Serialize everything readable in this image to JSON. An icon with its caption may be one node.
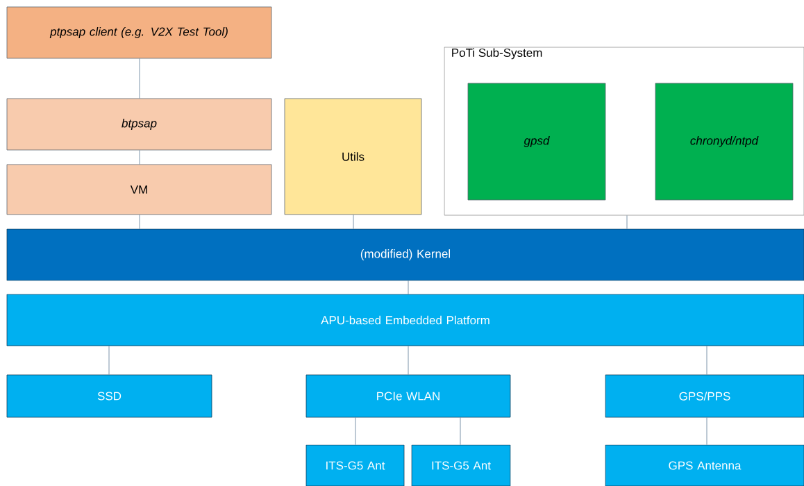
{
  "diagram": {
    "nodes": [
      {
        "text": [
          "ptpsap client (e.g. V2X Test Tool)"
        ]
      },
      {
        "text": [
          "btpsap"
        ]
      },
      {
        "text": [
          "VM"
        ]
      },
      {
        "text": [
          "Utils"
        ]
      },
      {
        "text": [
          "PoTi Sub-System"
        ]
      },
      {
        "text": [
          "gpsd"
        ],
        "in": 4
      },
      {
        "text": [
          "chronyd/ntpd"
        ],
        "in": 4
      },
      {
        "text": [
          "(modified) Kernel"
        ]
      },
      {
        "text": [
          "APU-based Embedded Platform"
        ]
      },
      {
        "text": [
          "SSD"
        ]
      },
      {
        "text": [
          "PCIe WLAN"
        ]
      },
      {
        "text": [
          "GPS/PPS"
        ]
      },
      {
        "text": [
          "ITS-G5 Ant"
        ]
      },
      {
        "text": [
          "ITS-G5 Ant"
        ]
      },
      {
        "text": [
          "GPS Antenna"
        ]
      }
    ],
    "edges": [
      {
        "from": 0,
        "to": 1,
        "arrow": "none"
      },
      {
        "from": 1,
        "to": 2,
        "arrow": "none"
      },
      {
        "from": 2,
        "to": 7,
        "arrow": "none"
      },
      {
        "from": 3,
        "to": 7,
        "arrow": "none"
      },
      {
        "from": 4,
        "to": 7,
        "arrow": "none"
      },
      {
        "from": 7,
        "to": 8,
        "arrow": "none"
      },
      {
        "from": 8,
        "to": 9,
        "arrow": "none"
      },
      {
        "from": 8,
        "to": 10,
        "arrow": "none"
      },
      {
        "from": 8,
        "to": 11,
        "arrow": "none"
      },
      {
        "from": 10,
        "to": 12,
        "arrow": "none"
      },
      {
        "from": 10,
        "to": 13,
        "arrow": "none"
      },
      {
        "from": 11,
        "to": 14,
        "arrow": "none"
      }
    ]
  }
}
